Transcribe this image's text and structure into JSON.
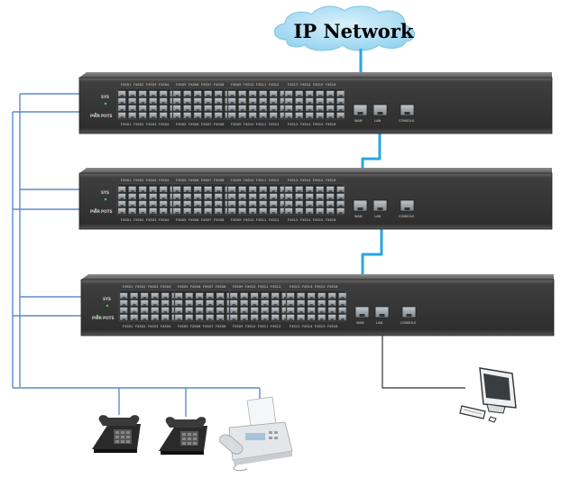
{
  "diagram": {
    "cloud_label": "IP Network",
    "devices": [
      {
        "ports_top": [
          "FXS01",
          "FXS02",
          "FXS03",
          "FXS04",
          "FXS05",
          "FXS06",
          "FXS07",
          "FXS08",
          "FXS09",
          "FXS10",
          "FXS11",
          "FXS12",
          "FXS13",
          "FXS14",
          "FXS15",
          "FXS16"
        ],
        "ports_bottom": [
          "FXS01",
          "FXS02",
          "FXS03",
          "FXS04",
          "FXS05",
          "FXS06",
          "FXS07",
          "FXS08",
          "FXS09",
          "FXS10",
          "FXS11",
          "FXS12",
          "FXS13",
          "FXS14",
          "FXS15",
          "FXS16"
        ],
        "side_top": "SYS",
        "side_pwr": "PWR",
        "side_pots": "POTS",
        "wan": "WAN",
        "lan": "LAN",
        "console": "CONSOLE"
      },
      {
        "ports_top": [
          "FXS01",
          "FXS02",
          "FXS03",
          "FXS04",
          "FXS05",
          "FXS06",
          "FXS07",
          "FXS08",
          "FXS09",
          "FXS10",
          "FXS11",
          "FXS12",
          "FXS13",
          "FXS14",
          "FXS15",
          "FXS16"
        ],
        "ports_bottom": [
          "FXS01",
          "FXS02",
          "FXS03",
          "FXS04",
          "FXS05",
          "FXS06",
          "FXS07",
          "FXS08",
          "FXS09",
          "FXS10",
          "FXS11",
          "FXS12",
          "FXS13",
          "FXS14",
          "FXS15",
          "FXS16"
        ],
        "side_top": "SYS",
        "side_pwr": "PWR",
        "side_pots": "POTS",
        "wan": "WAN",
        "lan": "LAN",
        "console": "CONSOLE"
      },
      {
        "ports_top": [
          "FXS01",
          "FXS02",
          "FXS03",
          "FXS04",
          "FXS05",
          "FXS06",
          "FXS07",
          "FXS08",
          "FXS09",
          "FXS10",
          "FXS11",
          "FXS12",
          "FXS13",
          "FXS14",
          "FXS15",
          "FXS16"
        ],
        "ports_bottom": [
          "FXS01",
          "FXS02",
          "FXS03",
          "FXS04",
          "FXS05",
          "FXS06",
          "FXS07",
          "FXS08",
          "FXS09",
          "FXS10",
          "FXS11",
          "FXS12",
          "FXS13",
          "FXS14",
          "FXS15",
          "FXS16"
        ],
        "side_top": "SYS",
        "side_pwr": "PWR",
        "side_pots": "POTS",
        "wan": "WAN",
        "lan": "LAN",
        "console": "CONSOLE"
      }
    ],
    "endpoints": [
      "phone-icon",
      "phone-icon",
      "fax-machine-icon",
      "computer-icon"
    ],
    "colors": {
      "cloud_fill": "#9fd8f2",
      "uplink_cable": "#2aa6e0",
      "phone_line": "#5d8cc8",
      "chassis": "#4a4a4a",
      "port": "#8a9094"
    }
  }
}
